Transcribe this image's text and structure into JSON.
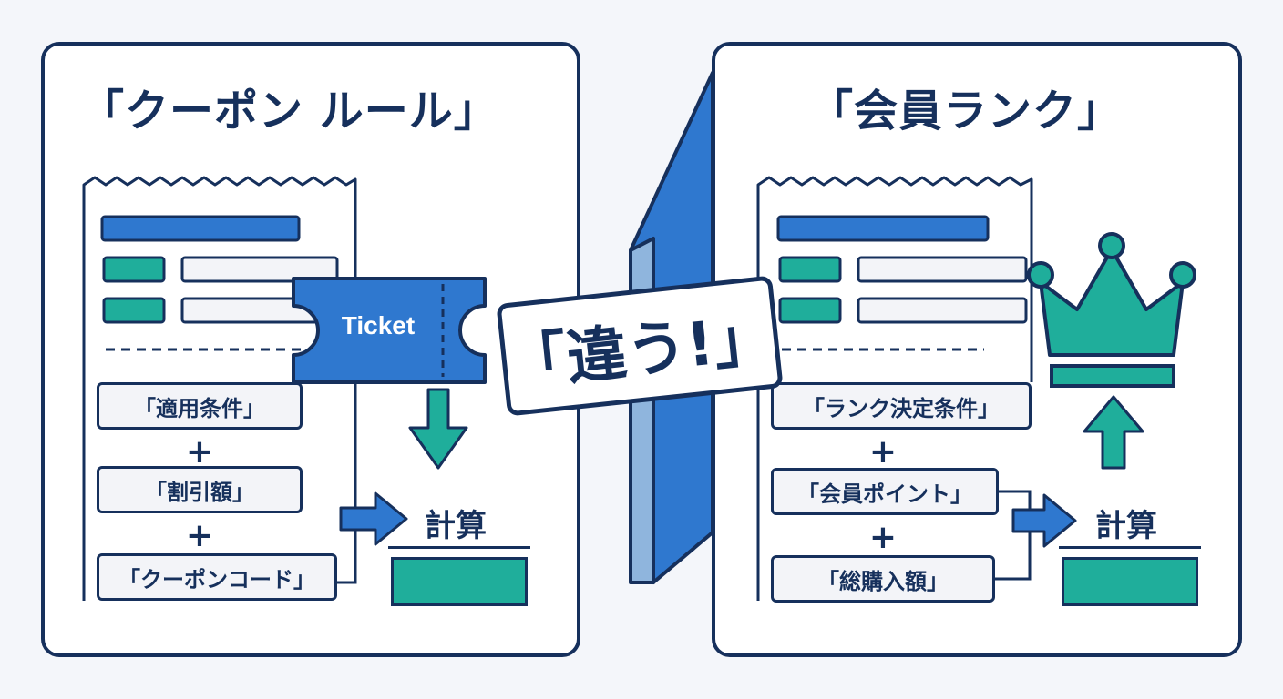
{
  "colors": {
    "navy": "#16305c",
    "blue": "#2f78cf",
    "teal": "#1fae9b",
    "light_gray": "#f3f4f8",
    "background": "#f4f6fa"
  },
  "left_panel": {
    "title": "「クーポン ルール」",
    "ticket_label": "Ticket",
    "conditions": [
      "「適用条件」",
      "「割引額」",
      "「クーポンコード」"
    ],
    "plus": "+",
    "calc_label": "計算"
  },
  "right_panel": {
    "title": "「会員ランク」",
    "conditions": [
      "「ランク決定条件」",
      "「会員ポイント」",
      "「総購入額」"
    ],
    "plus": "+",
    "calc_label": "計算"
  },
  "center": {
    "label": "「違う!」"
  },
  "icons": [
    "ticket-icon",
    "crown-icon",
    "arrow-down-icon",
    "arrow-right-icon",
    "arrow-up-icon",
    "divider-wall-icon"
  ]
}
